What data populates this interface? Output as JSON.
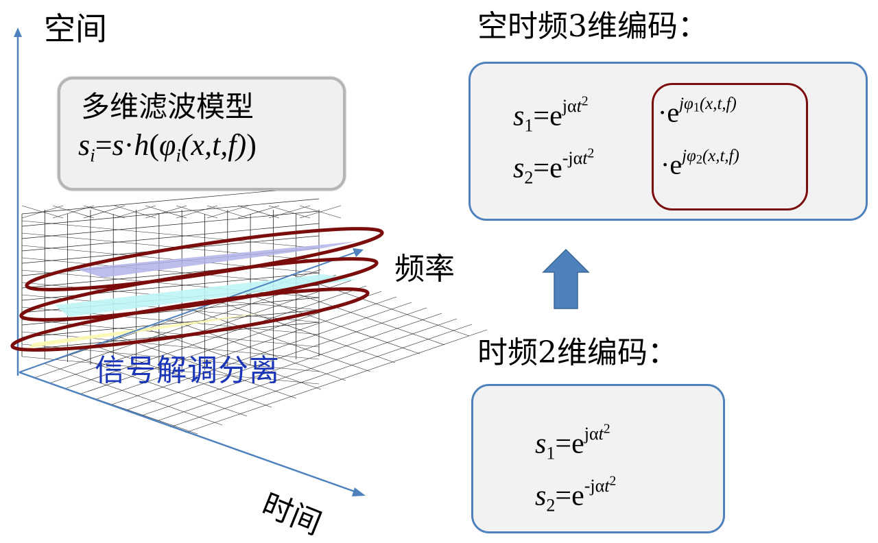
{
  "axes": {
    "space_label": "空间",
    "frequency_label": "频率",
    "time_label": "时间"
  },
  "model_box": {
    "title": "多维滤波模型",
    "equation": {
      "lhs": "s",
      "lhs_sub": "i",
      "eq": "=",
      "rhs_s": "s",
      "dot": "·",
      "h": "h",
      "open": "(",
      "phi": "φ",
      "phi_sub": "i",
      "args": "(x,t,f)",
      "close": ")"
    }
  },
  "demod_label": "信号解调分离",
  "three_d_coding": {
    "title": "空时频3维编码：",
    "eq1": {
      "lhs": "s",
      "sub": "1",
      "eq": "=",
      "base": "e",
      "exp_prefix": "jα",
      "exp_t": "t",
      "exp_pow": "2"
    },
    "eq2": {
      "lhs": "s",
      "sub": "2",
      "eq": "=",
      "base": "e",
      "exp_prefix": "-jα",
      "exp_t": "t",
      "exp_pow": "2"
    },
    "phase1": {
      "dot": "·",
      "base": "e",
      "exp": "jφ",
      "exp_sub": "1",
      "args": "(x,t,f)"
    },
    "phase2": {
      "dot": "·",
      "base": "e",
      "exp": "jφ",
      "exp_sub": "2",
      "args": "(x,t,f)"
    }
  },
  "two_d_coding": {
    "title": "时频2维编码：",
    "eq1": {
      "lhs": "s",
      "sub": "1",
      "eq": "=",
      "base": "e",
      "exp_prefix": "jα",
      "exp_t": "t",
      "exp_pow": "2"
    },
    "eq2": {
      "lhs": "s",
      "sub": "2",
      "eq": "=",
      "base": "e",
      "exp_prefix": "-jα",
      "exp_t": "t",
      "exp_pow": "2"
    }
  },
  "colors": {
    "axis_blue": "#4f81bd",
    "ellipse_red": "#7b0c0c",
    "demod_text": "#1a35b8",
    "plane_purple": "#b3b3ea",
    "plane_cyan": "#bff5f5",
    "plane_yellow": "#fbf7b0",
    "box_border_gray": "#b5b5b5",
    "box_fill": "#f2f2f2"
  }
}
